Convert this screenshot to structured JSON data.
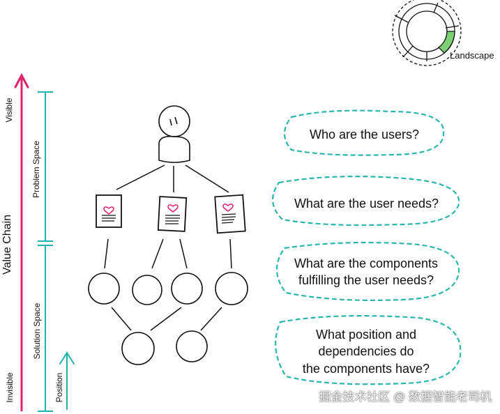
{
  "axis": {
    "value_chain": "Value Chain",
    "visible": "Visible",
    "invisible": "Invisible",
    "problem_space": "Problem Space",
    "solution_space": "Solution Space",
    "position": "Position"
  },
  "landscape_label": "Landscape",
  "questions": [
    {
      "lines": [
        "Who are the users?"
      ]
    },
    {
      "lines": [
        "What are the user needs?"
      ]
    },
    {
      "lines": [
        "What are the components",
        "fulfilling the user needs?"
      ]
    },
    {
      "lines": [
        "What position and",
        "dependencies do",
        "the components have?"
      ]
    }
  ],
  "watermark": "掘金技术社区 @ 数据智能老司机",
  "colors": {
    "value_chain_arrow": "#e0226a",
    "space_brackets": "#1fb5ad",
    "bubble_border": "#29b6ac",
    "heart": "#e0226a",
    "landscape_highlight": "#7dcf74",
    "ink": "#111111"
  }
}
